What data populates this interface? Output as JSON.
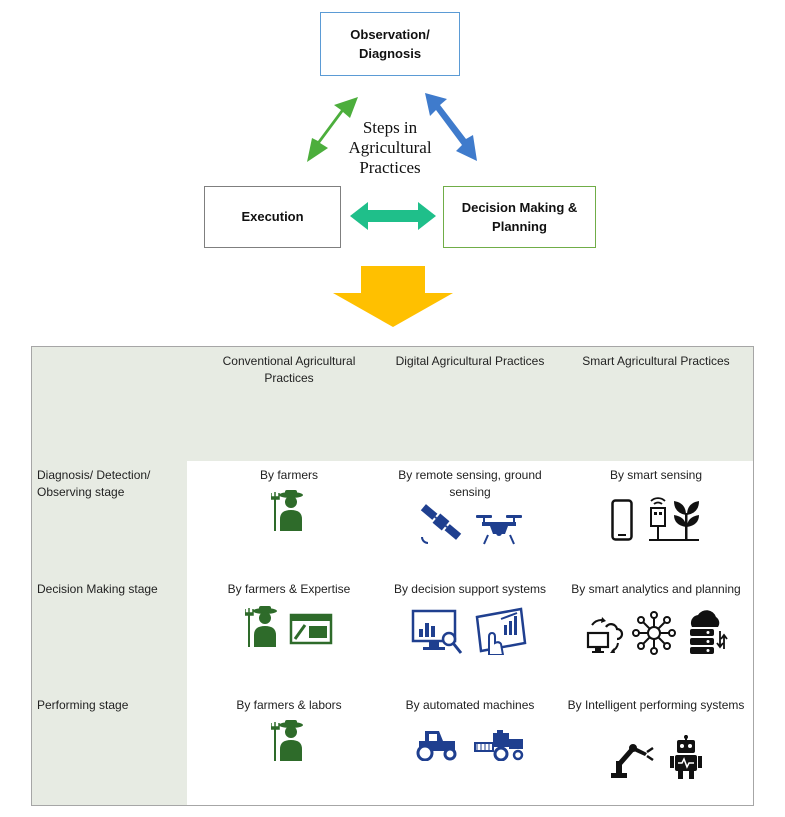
{
  "cycle": {
    "observation": "Observation/ Diagnosis",
    "execution": "Execution",
    "decision": "Decision Making & Planning",
    "center_label": "Steps in Agricultural Practices"
  },
  "matrix": {
    "columns": [
      "Conventional Agricultural Practices",
      "Digital Agricultural Practices",
      "Smart Agricultural Practices"
    ],
    "rows": [
      {
        "stage": "Diagnosis/ Detection/ Observing stage",
        "cells": [
          "By farmers",
          "By remote sensing, ground sensing",
          "By smart sensing"
        ]
      },
      {
        "stage": "Decision Making stage",
        "cells": [
          "By farmers & Expertise",
          "By decision support systems",
          "By smart analytics and planning"
        ]
      },
      {
        "stage": "Performing stage",
        "cells": [
          "By farmers & labors",
          "By automated machines",
          "By Intelligent performing systems"
        ]
      }
    ]
  },
  "colors": {
    "green_arrow": "#4cae3c",
    "blue_arrow": "#3f7bcc",
    "teal_arrow": "#1fbf8a",
    "down_arrow": "#ffc000",
    "farmer_icon": "#2e6b2a",
    "digital_icon": "#1f3f8f",
    "smart_icon": "#111111",
    "shade": "#e7ebe3"
  },
  "icons": {
    "conventional": [
      "farmer-icon",
      "farmer-icon",
      "laptop-screen-icon",
      "farmer-icon"
    ],
    "digital": [
      "satellite-icon",
      "drone-icon",
      "monitor-chart-icon",
      "touch-analytics-icon",
      "tractor-icon",
      "harvester-icon"
    ],
    "smart": [
      "smartphone-icon",
      "sensor-plant-icon",
      "cloud-sync-icon",
      "network-hub-icon",
      "cloud-database-icon",
      "robot-arm-icon",
      "robot-icon"
    ]
  }
}
